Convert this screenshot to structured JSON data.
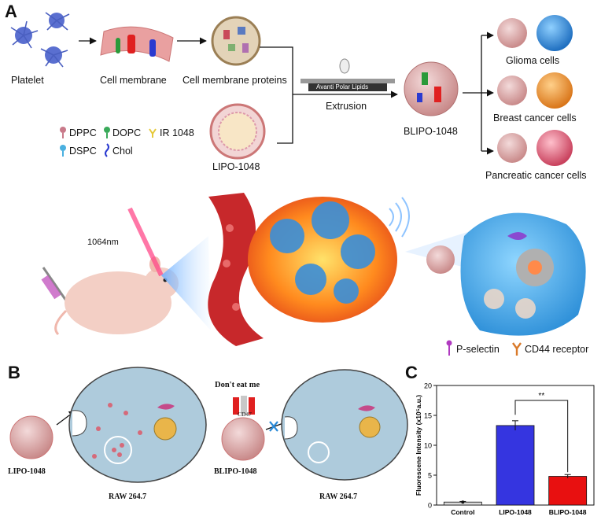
{
  "panel_a": {
    "letter": "A",
    "platelet": "Platelet",
    "cell_membrane": "Cell membrane",
    "membrane_proteins": "Cell membrane proteins",
    "extruder_brand": "Avanti Polar Lipids",
    "extrusion": "Extrusion",
    "blipo": "BLIPO-1048",
    "lipo": "LIPO-1048",
    "legend": {
      "dppc": "DPPC",
      "dopc": "DOPC",
      "ir": "IR 1048",
      "dspc": "DSPC",
      "chol": "Chol"
    },
    "targets": [
      "Glioma cells",
      "Breast cancer cells",
      "Pancreatic cancer cells"
    ],
    "laser": "1064nm",
    "receptor_legend": {
      "p_selectin": "P-selectin",
      "cd44": "CD44 receptor"
    }
  },
  "panel_b": {
    "letter": "B",
    "lipo": "LIPO-1048",
    "raw_left": "RAW 264.7",
    "dont_eat": "Don't eat me",
    "cd47": "CD47",
    "blipo": "BLIPO-1048",
    "raw_right": "RAW 264.7"
  },
  "panel_c": {
    "letter": "C",
    "chart_data": {
      "type": "bar",
      "categories": [
        "Control",
        "LIPO-1048",
        "BLIPO-1048"
      ],
      "values": [
        0.5,
        13.3,
        4.8
      ],
      "errors": [
        0.1,
        0.8,
        0.3
      ],
      "colors": [
        "#d9d9d9",
        "#3535e0",
        "#e81010"
      ],
      "ylabel": "Fluorescene Intensity (x10⁵a.u.)",
      "ylim": [
        0,
        20
      ],
      "yticks": [
        0,
        5,
        10,
        15,
        20
      ],
      "significance": "**"
    }
  },
  "colors": {
    "membrane_cell": "#a9c7d6",
    "vessel": "#c7282b",
    "blue_cell": "#2f8fd6",
    "orange_cell": "#f0962a",
    "pink_cell": "#e0607a"
  }
}
